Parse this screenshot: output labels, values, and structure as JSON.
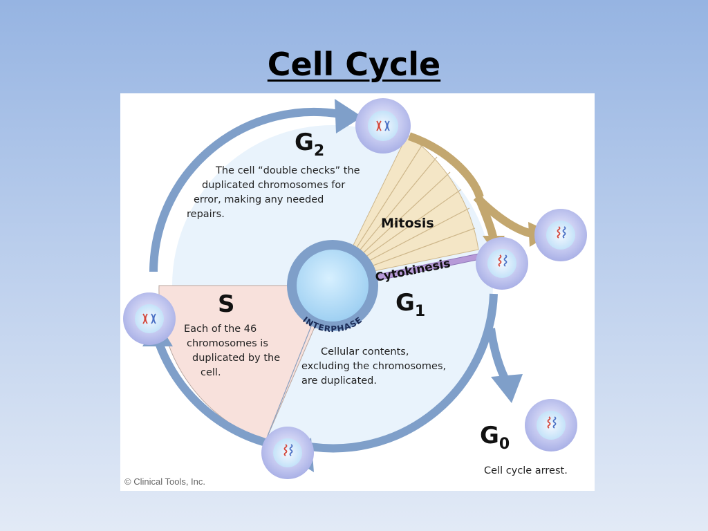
{
  "slide": {
    "title": "Cell Cycle"
  },
  "diagram": {
    "interphase_label": "INTERPHASE",
    "phases": {
      "g2": {
        "letter": "G",
        "subscript": "2",
        "description": [
          "The cell “double checks” the",
          "duplicated chromosomes for",
          "error, making any needed",
          "repairs."
        ]
      },
      "s": {
        "letter": "S",
        "description": [
          "Each of the 46",
          "chromosomes is",
          "duplicated by the",
          "cell."
        ]
      },
      "g1": {
        "letter": "G",
        "subscript": "1",
        "description": [
          "Cellular contents,",
          "excluding the chromosomes,",
          "are duplicated."
        ]
      },
      "g0": {
        "letter": "G",
        "subscript": "0",
        "description": [
          "Cell cycle arrest."
        ]
      },
      "mitosis": {
        "label": "Mitosis"
      },
      "cytokinesis": {
        "label": "Cytokinesis"
      }
    },
    "credit": "© Clinical Tools, Inc.",
    "colors": {
      "ring": "#7f9fc9",
      "g_region": "#e9f3fc",
      "s_region": "#f8e1dc",
      "mitosis_fan": "#f4e6c6",
      "mitosis_arrow": "#c3a76f",
      "cytokinesis_band": "#b79ad8",
      "chromosome_red": "#d4463a",
      "chromosome_blue": "#4a70c4"
    }
  }
}
